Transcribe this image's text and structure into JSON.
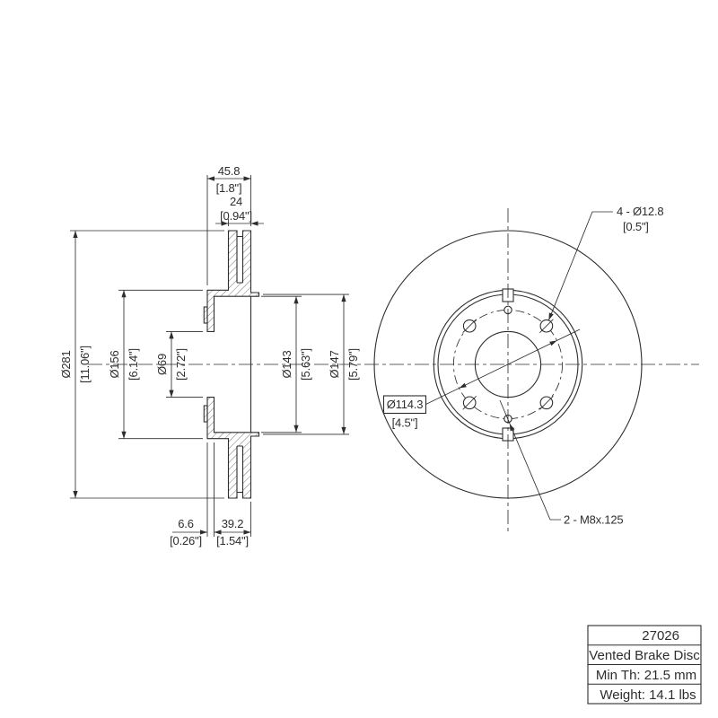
{
  "title_block": {
    "part_number": "27026",
    "product_name": "Vented Brake Disc",
    "min_thickness": "Min Th: 21.5 mm",
    "weight": "Weight: 14.1 lbs"
  },
  "section_view": {
    "overall_width_mm": "45.8",
    "overall_width_in": "[1.8\"]",
    "rotor_thickness_mm": "24",
    "rotor_thickness_in": "[0.94\"]",
    "outer_diameter_mm": "Ø281",
    "outer_diameter_in": "[11.06\"]",
    "hat_diameter_mm": "Ø156",
    "hat_diameter_in": "[6.14\"]",
    "bore_diameter_mm": "Ø69",
    "bore_diameter_in": "[2.72\"]",
    "drum_diameter_mm": "Ø143",
    "drum_diameter_in": "[5.63\"]",
    "pilot_diameter_mm": "Ø147",
    "pilot_diameter_in": "[5.79\"]",
    "flange_offset_mm": "6.6",
    "flange_offset_in": "[0.26\"]",
    "hat_depth_mm": "39.2",
    "hat_depth_in": "[1.54\"]"
  },
  "front_view": {
    "lug_holes_label": "4 - Ø12.8",
    "lug_holes_label_in": "[0.5\"]",
    "bolt_circle_label": "Ø114.3",
    "bolt_circle_label_in": "[4.5\"]",
    "thread_holes_label": "2 - M8x.125"
  },
  "colors": {
    "line": "#2d2d2d",
    "background": "#ffffff"
  }
}
